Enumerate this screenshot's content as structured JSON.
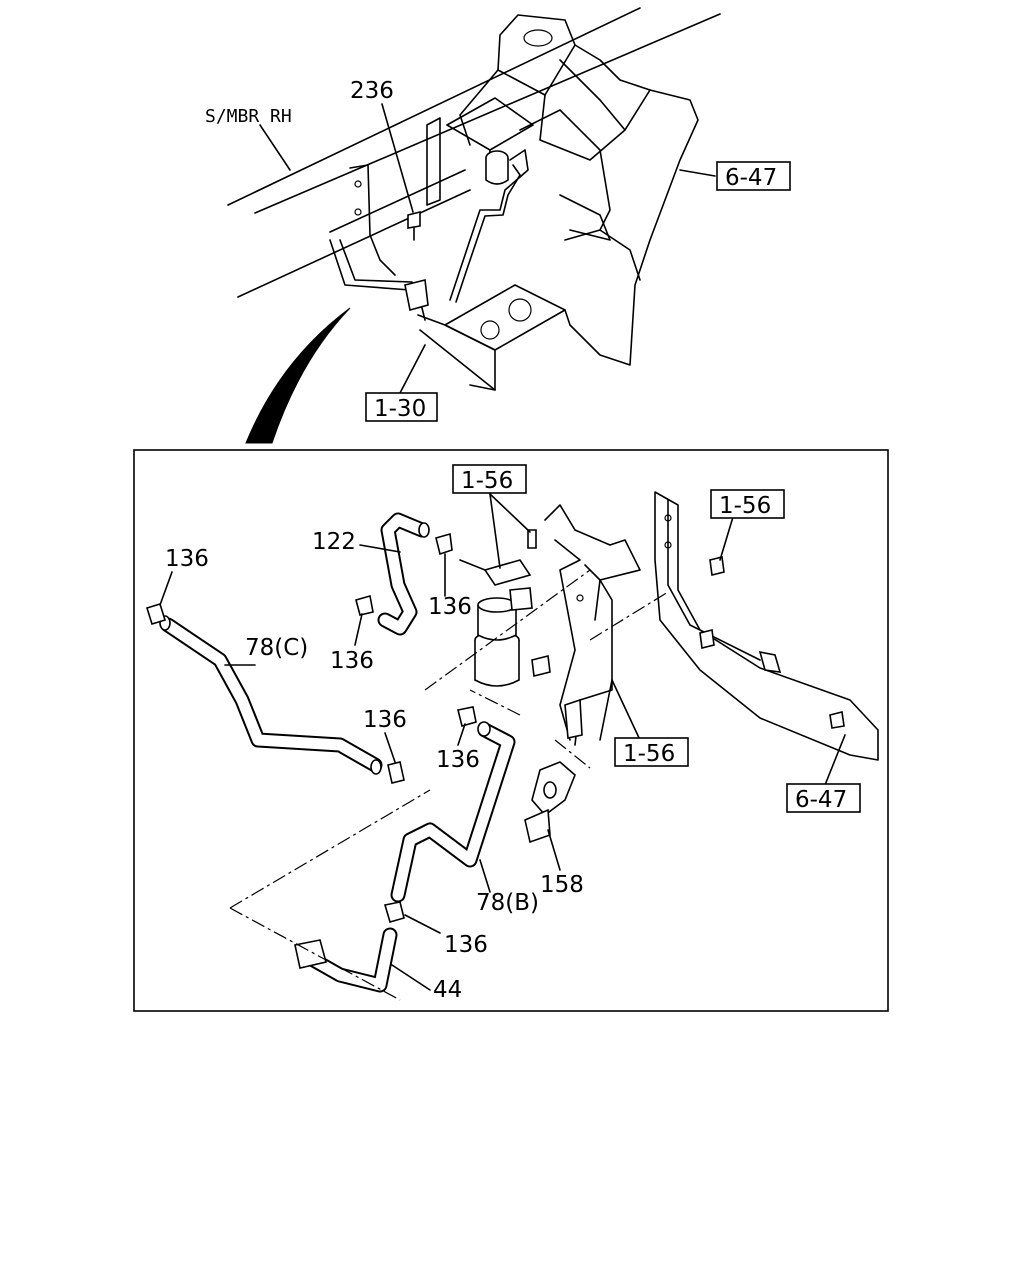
{
  "labels": {
    "smbr": "S/MBR RH",
    "p236": "236",
    "ref_6_47_top": "6-47",
    "ref_1_30": "1-30",
    "ref_1_56_a": "1-56",
    "ref_1_56_b": "1-56",
    "ref_1_56_c": "1-56",
    "ref_6_47_bottom": "6-47",
    "p122": "122",
    "p136_a": "136",
    "p136_b": "136",
    "p136_c": "136",
    "p136_d": "136",
    "p136_e": "136",
    "p136_f": "136",
    "p78c": "78(C)",
    "p78b": "78(B)",
    "p158": "158",
    "p44": "44"
  }
}
